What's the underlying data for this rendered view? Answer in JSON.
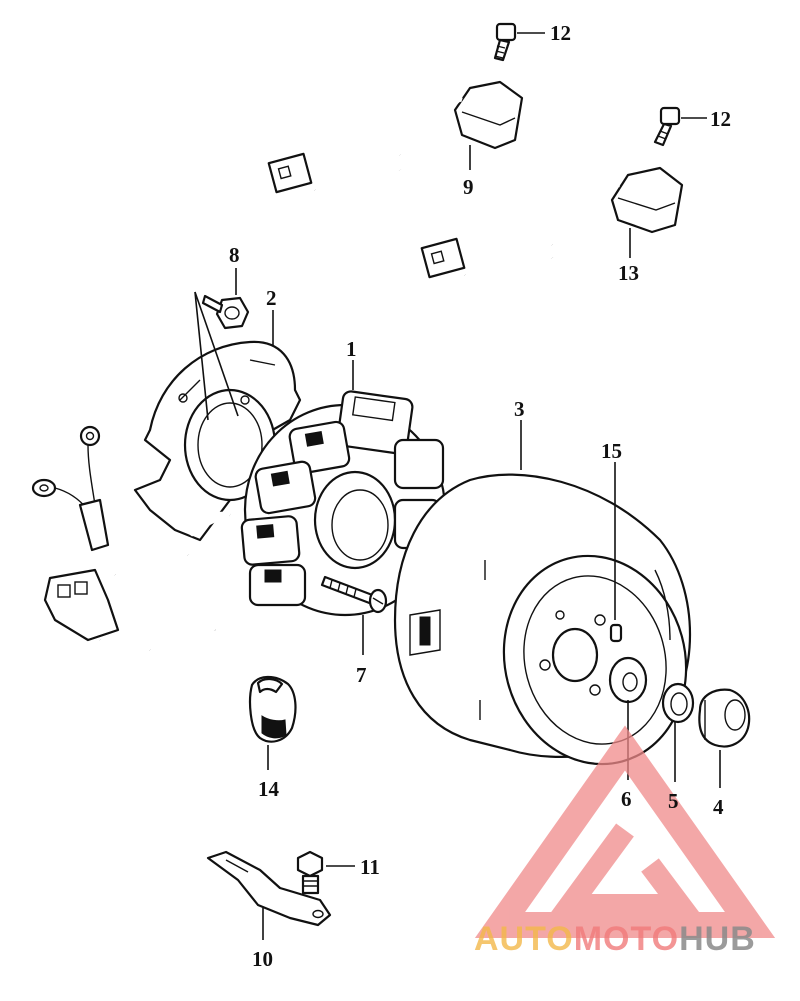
{
  "callouts": [
    {
      "id": "12a",
      "text": "12"
    },
    {
      "id": "12b",
      "text": "12"
    },
    {
      "id": "9",
      "text": "9"
    },
    {
      "id": "13",
      "text": "13"
    },
    {
      "id": "8",
      "text": "8"
    },
    {
      "id": "2",
      "text": "2"
    },
    {
      "id": "1",
      "text": "1"
    },
    {
      "id": "3",
      "text": "3"
    },
    {
      "id": "15",
      "text": "15"
    },
    {
      "id": "7",
      "text": "7"
    },
    {
      "id": "14",
      "text": "14"
    },
    {
      "id": "6",
      "text": "6"
    },
    {
      "id": "5",
      "text": "5"
    },
    {
      "id": "4",
      "text": "4"
    },
    {
      "id": "11",
      "text": "11"
    },
    {
      "id": "10",
      "text": "10"
    }
  ],
  "watermark": {
    "part1": "AUTO",
    "part2": "MOTO",
    "part3": "HUB",
    "colors": {
      "auto": "#f2b84a",
      "moto": "#f07a7a",
      "hub": "#8a8a8a",
      "logo": "#f08a8a"
    }
  }
}
